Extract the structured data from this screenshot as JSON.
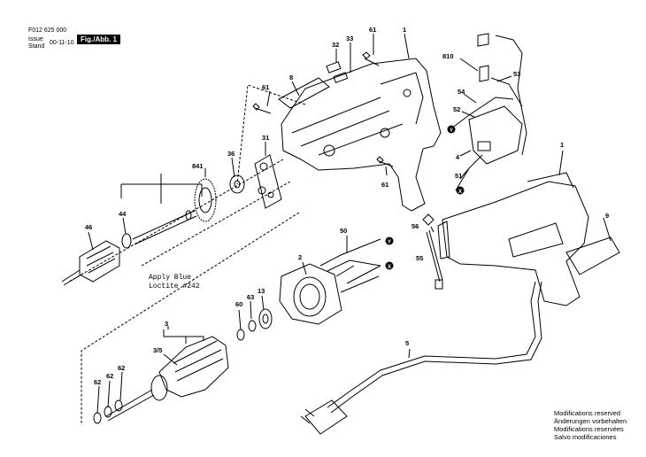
{
  "header": {
    "part_number": "F012 625 000",
    "issue_label_1": "Issue",
    "issue_label_2": "Stand",
    "date": "00-11-10",
    "figure": "Fig./Abb. 1"
  },
  "note": {
    "line1": "Apply Blue",
    "line2": "Loctite #242"
  },
  "modifications": [
    "Modifications reserved",
    "Änderungen vorbehalten",
    "Modifications reservées",
    "Salvo modificaciones"
  ],
  "callouts": {
    "c32": "32",
    "c33": "33",
    "c61a": "61",
    "c1a": "1",
    "c810": "810",
    "c53": "53",
    "c61b": "61",
    "c8": "8",
    "c54": "54",
    "c52": "52",
    "c31": "31",
    "c36": "36",
    "c841": "841",
    "c61c": "61",
    "c4": "4",
    "c1b": "1",
    "c51": "51",
    "c44": "44",
    "c46": "46",
    "c9": "9",
    "c56": "56",
    "c50": "50",
    "c2": "2",
    "c55": "55",
    "c13": "13",
    "c63": "63",
    "c60": "60",
    "c3": "3",
    "c35": "3/5",
    "c5": "5",
    "c62a": "62",
    "c62b": "62",
    "c62c": "62"
  },
  "wire_markers": {
    "y": "Y",
    "x": "X"
  }
}
